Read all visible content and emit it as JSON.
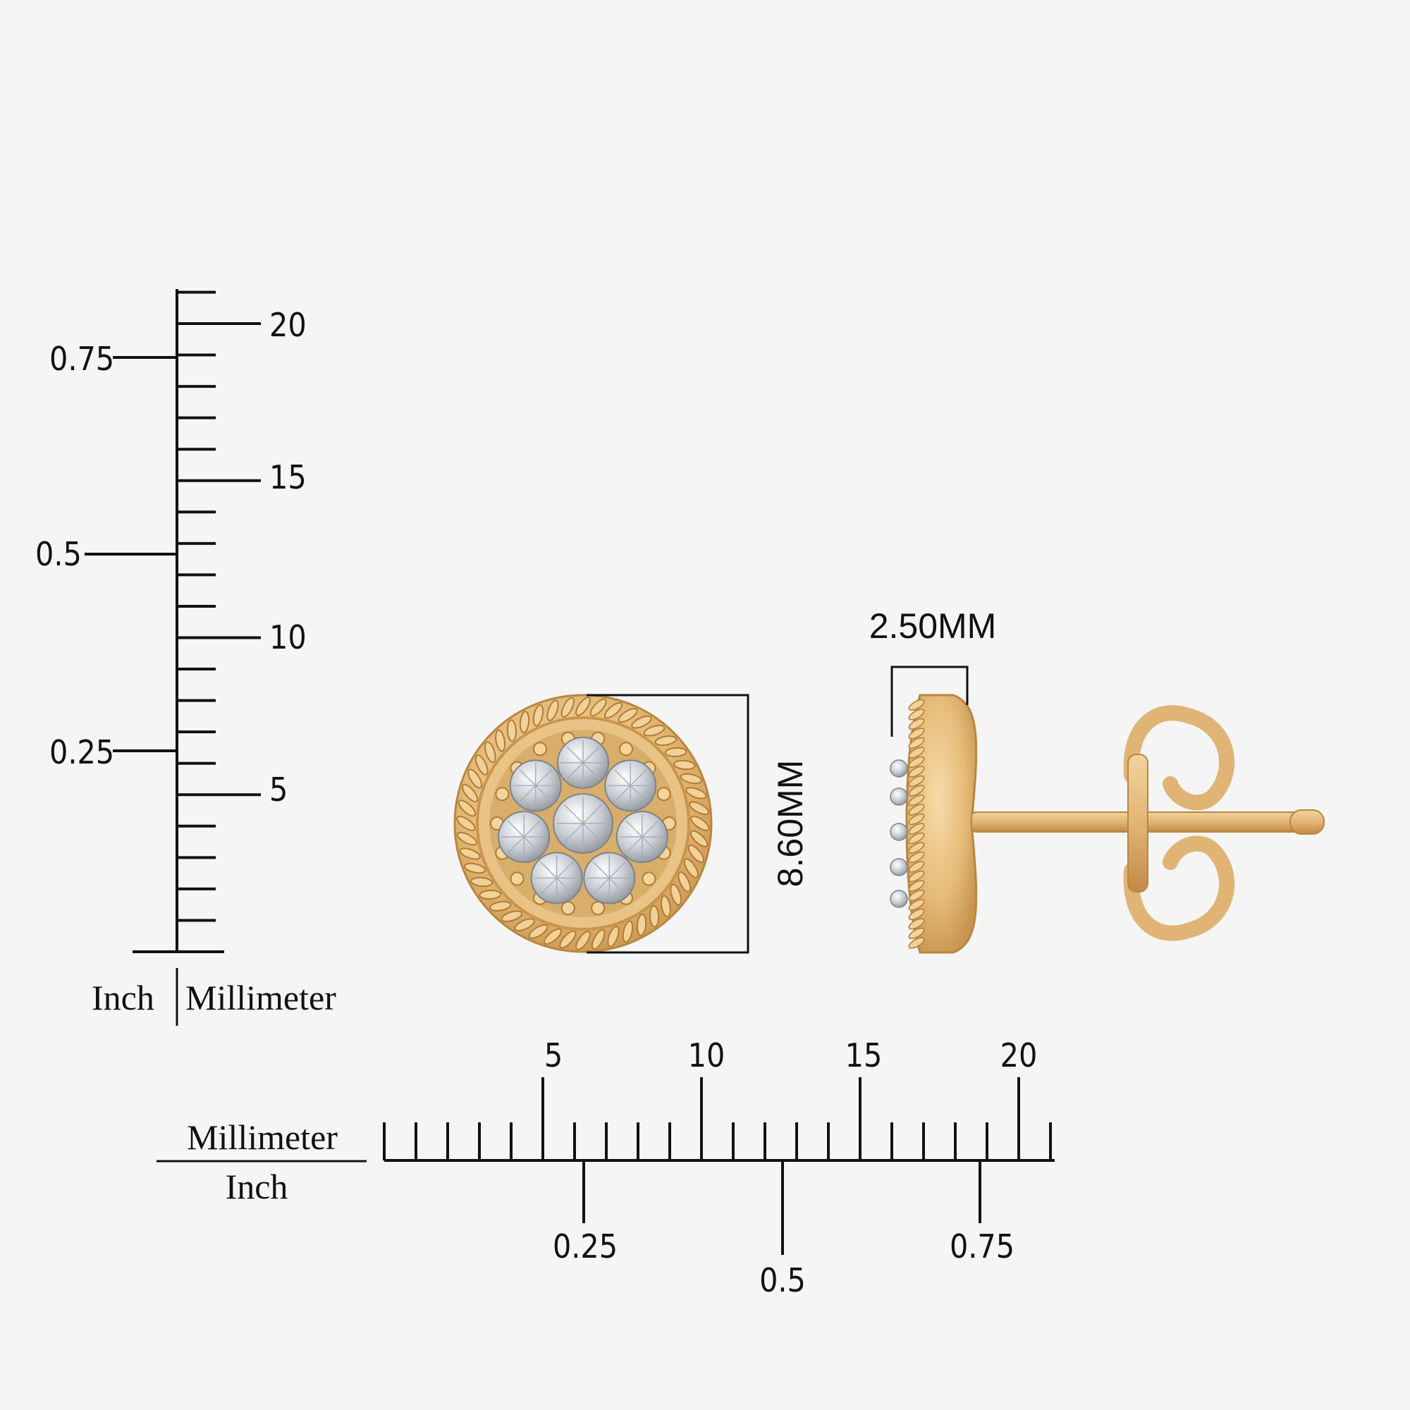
{
  "vertical_scale": {
    "inch_label": "Inch",
    "mm_label": "Millimeter",
    "mm_major_labels": [
      "5",
      "10",
      "15",
      "20"
    ],
    "inch_labels": [
      "0.25",
      "0.5",
      "0.75"
    ]
  },
  "horizontal_scale": {
    "mm_label": "Millimeter",
    "inch_label": "Inch",
    "mm_major_labels": [
      "5",
      "10",
      "15",
      "20"
    ],
    "inch_labels": [
      "0.25",
      "0.5",
      "0.75"
    ]
  },
  "front_view": {
    "dimension_label": "8.60MM"
  },
  "side_view": {
    "dimension_label": "2.50MM"
  },
  "colors": {
    "background": "#f5f5f5",
    "gold": "#e8bf7d",
    "gold_dark": "#b9863f",
    "diamond": "#d4d9de"
  }
}
